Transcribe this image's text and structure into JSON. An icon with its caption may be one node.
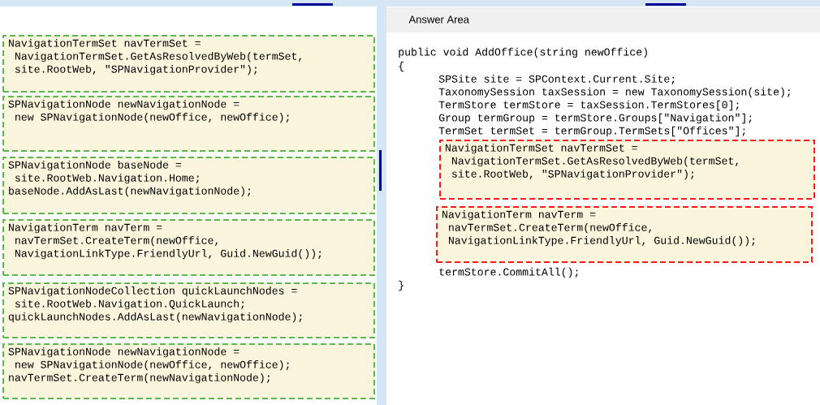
{
  "diagram": {
    "title": "Answer Area",
    "nodes": [
      {
        "text": [
          "NavigationTermSet navTermSet =",
          "NavigationTermSet.GetAsResolvedByWeb(termSet,",
          "site.RootWeb, \"SPNavigationProvider\");"
        ]
      },
      {
        "text": [
          "SPNavigationNode newNavigationNode =",
          "new SPNavigationNode(newOffice, newOffice);"
        ]
      },
      {
        "text": [
          "SPNavigationNode baseNode =",
          "site.RootWeb.Navigation.Home;",
          "baseNode.AddAsLast(newNavigationNode);"
        ]
      },
      {
        "text": [
          "NavigationTerm navTerm =",
          "navTermSet.CreateTerm(newOffice,",
          "NavigationLinkType.FriendlyUrl, Guid.NewGuid());"
        ]
      },
      {
        "text": [
          "SPNavigationNodeCollection quickLaunchNodes =",
          "site.RootWeb.Navigation.QuickLaunch;",
          "quickLaunchNodes.AddAsLast(newNavigationNode);"
        ]
      },
      {
        "text": [
          "SPNavigationNode newNavigationNode =",
          "new SPNavigationNode(newOffice, newOffice);",
          "navTermSet.CreateTerm(newNavigationNode);"
        ]
      },
      {
        "text": [
          "NavigationTermSet navTermSet =",
          "NavigationTermSet.GetAsResolvedByWeb(termSet,",
          "site.RootWeb, \"SPNavigationProvider\");"
        ]
      },
      {
        "text": [
          "NavigationTerm navTerm =",
          "navTermSet.CreateTerm(newOffice,",
          "NavigationLinkType.FriendlyUrl, Guid.NewGuid());"
        ]
      }
    ],
    "labels": [
      "public void AddOffice(string newOffice)",
      "{",
      "SPSite site = SPContext.Current.Site;",
      "TaxonomySession taxSession = new TaxonomySession(site);",
      "TermStore termStore = taxSession.TermStores[0];",
      "Group termGroup = termStore.Groups[\"Navigation\"];",
      "TermSet termSet = termGroup.TermSets[\"Offices\"];",
      "termStore.CommitAll();",
      "}"
    ]
  }
}
